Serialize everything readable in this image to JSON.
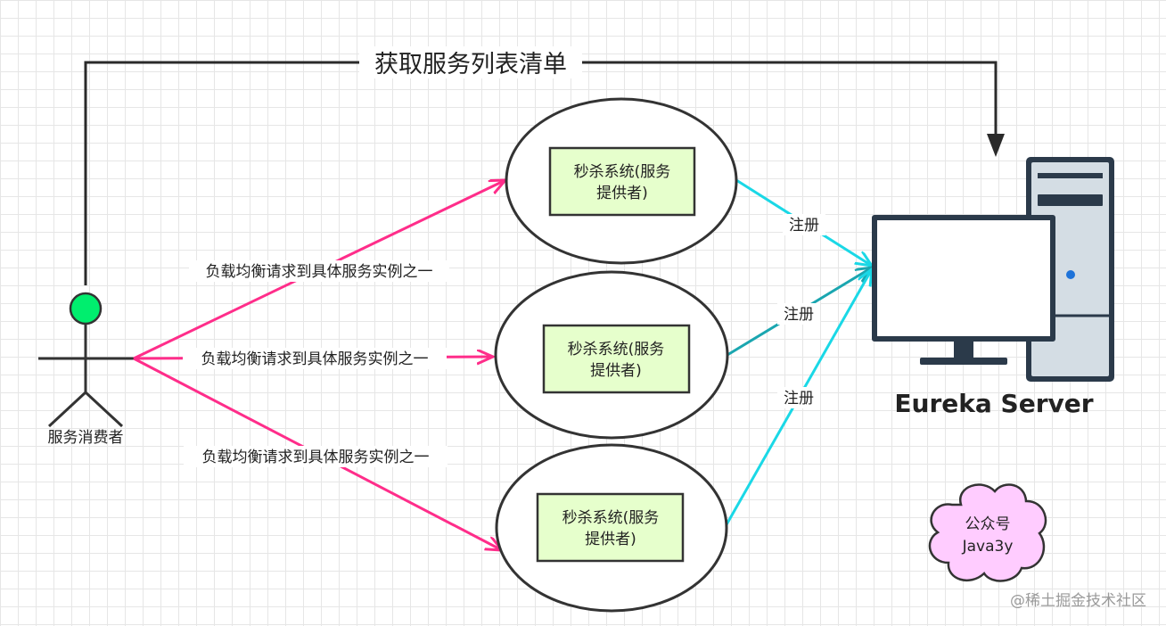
{
  "top_flow": {
    "label": "获取服务列表清单"
  },
  "consumer": {
    "label": "服务消费者"
  },
  "providers": [
    {
      "line1": "秒杀系统(服务",
      "line2": "提供者)"
    },
    {
      "line1": "秒杀系统(服务",
      "line2": "提供者)"
    },
    {
      "line1": "秒杀系统(服务",
      "line2": "提供者)"
    }
  ],
  "load_balance_edges": [
    {
      "label": "负载均衡请求到具体服务实例之一"
    },
    {
      "label": "负载均衡请求到具体服务实例之一"
    },
    {
      "label": "负载均衡请求到具体服务实例之一"
    }
  ],
  "register_edges": [
    {
      "label": "注册"
    },
    {
      "label": "注册"
    },
    {
      "label": "注册"
    }
  ],
  "server": {
    "label": "Eureka Server"
  },
  "cloud_note": {
    "line1": "公众号",
    "line2": "Java3y"
  },
  "watermark": {
    "text": "@稀土掘金技术社区"
  },
  "colors": {
    "pink_edge": "#ff2d8a",
    "cyan_edge": "#1ad8e6",
    "teal_edge": "#1aa6b0",
    "provider_fill": "#e6ffcc",
    "consumer_head": "#00ee6e",
    "cloud_fill": "#ffccff",
    "server_dark": "#2b3a4a"
  }
}
